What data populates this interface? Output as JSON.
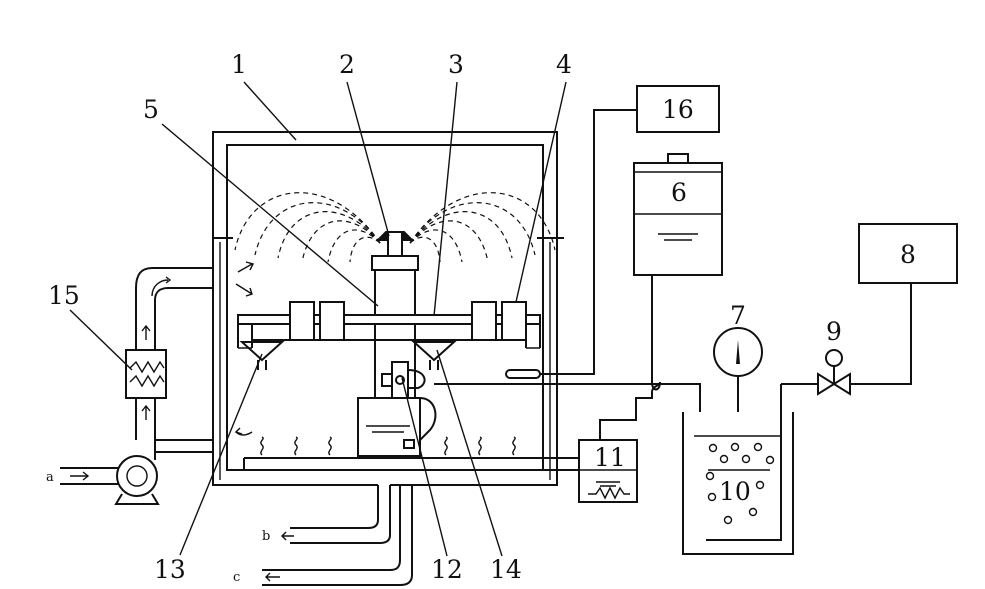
{
  "labels": {
    "n1": "1",
    "n2": "2",
    "n3": "3",
    "n4": "4",
    "n5": "5",
    "n6": "6",
    "n7": "7",
    "n8": "8",
    "n9": "9",
    "n10": "10",
    "n11": "11",
    "n12": "12",
    "n13": "13",
    "n14": "14",
    "n15": "15",
    "n16": "16",
    "a": "a",
    "b": "b",
    "c": "c"
  }
}
